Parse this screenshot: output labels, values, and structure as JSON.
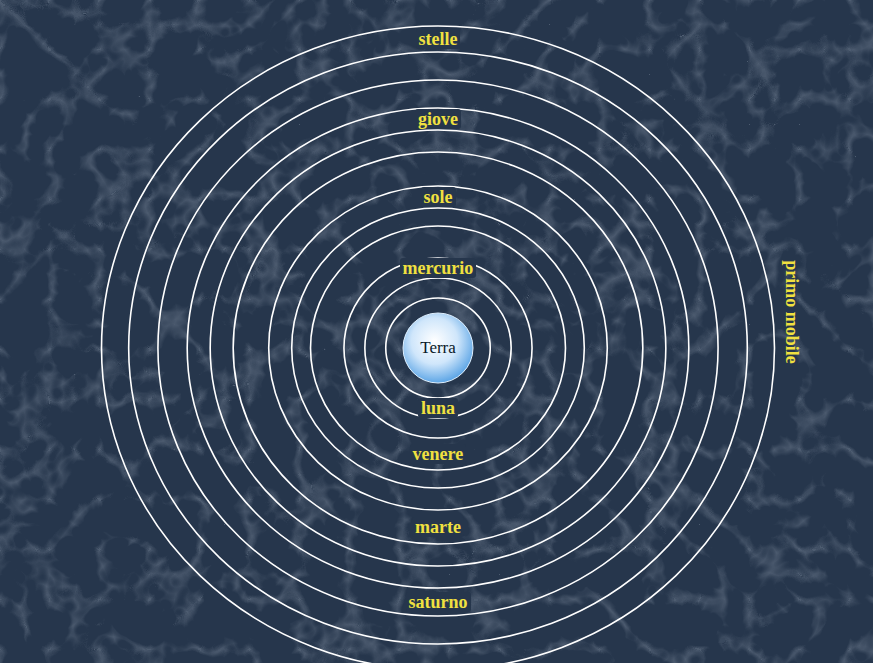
{
  "diagram": {
    "nodes": [
      {
        "text": [
          "Terra"
        ]
      }
    ],
    "labels": [
      "stelle",
      "giove",
      "sole",
      "mercurio",
      "luna",
      "venere",
      "marte",
      "saturno",
      "primo mobile"
    ]
  }
}
